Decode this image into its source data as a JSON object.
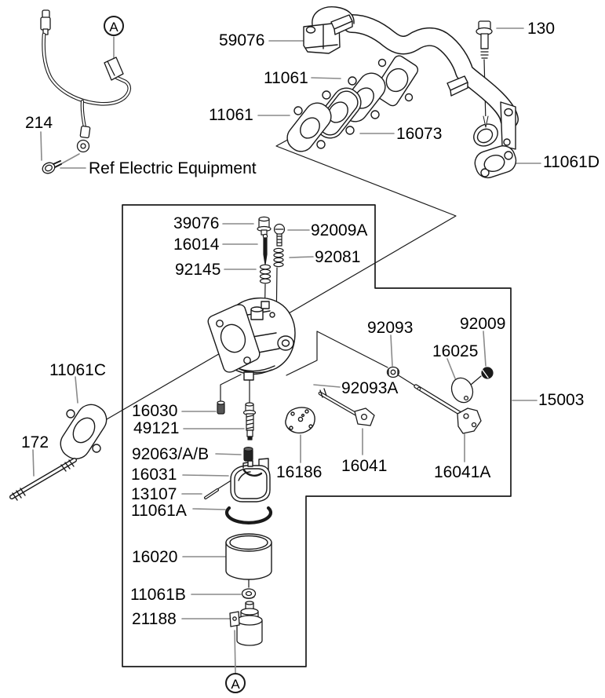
{
  "diagram": {
    "title": "Carburetor and exhaust manifold exploded parts diagram",
    "colors": {
      "background": "#ffffff",
      "line": "#1a1a1a",
      "leader": "#8a8a8a",
      "text": "#000000"
    },
    "ref_note": {
      "text": "Ref Electric Equipment"
    },
    "callouts": [
      {
        "text": "A"
      },
      {
        "text": "A"
      }
    ],
    "labels": [
      {
        "id": "59076",
        "text": "59076"
      },
      {
        "id": "130",
        "text": "130"
      },
      {
        "id": "11061-upper",
        "text": "11061"
      },
      {
        "id": "11061-lower",
        "text": "11061"
      },
      {
        "id": "16073",
        "text": "16073"
      },
      {
        "id": "11061D",
        "text": "11061D"
      },
      {
        "id": "39076",
        "text": "39076"
      },
      {
        "id": "92009A",
        "text": "92009A"
      },
      {
        "id": "16014",
        "text": "16014"
      },
      {
        "id": "92081",
        "text": "92081"
      },
      {
        "id": "92145",
        "text": "92145"
      },
      {
        "id": "92093",
        "text": "92093"
      },
      {
        "id": "92009",
        "text": "92009"
      },
      {
        "id": "16025",
        "text": "16025"
      },
      {
        "id": "92093A",
        "text": "92093A"
      },
      {
        "id": "15003",
        "text": "15003"
      },
      {
        "id": "11061C",
        "text": "11061C"
      },
      {
        "id": "16030",
        "text": "16030"
      },
      {
        "id": "49121",
        "text": "49121"
      },
      {
        "id": "172",
        "text": "172"
      },
      {
        "id": "92063AB",
        "text": "92063/A/B"
      },
      {
        "id": "16031",
        "text": "16031"
      },
      {
        "id": "13107",
        "text": "13107"
      },
      {
        "id": "11061A",
        "text": "11061A"
      },
      {
        "id": "16186",
        "text": "16186"
      },
      {
        "id": "16041",
        "text": "16041"
      },
      {
        "id": "16041A",
        "text": "16041A"
      },
      {
        "id": "16020",
        "text": "16020"
      },
      {
        "id": "11061B",
        "text": "11061B"
      },
      {
        "id": "21188",
        "text": "21188"
      },
      {
        "id": "214",
        "text": "214"
      }
    ]
  }
}
